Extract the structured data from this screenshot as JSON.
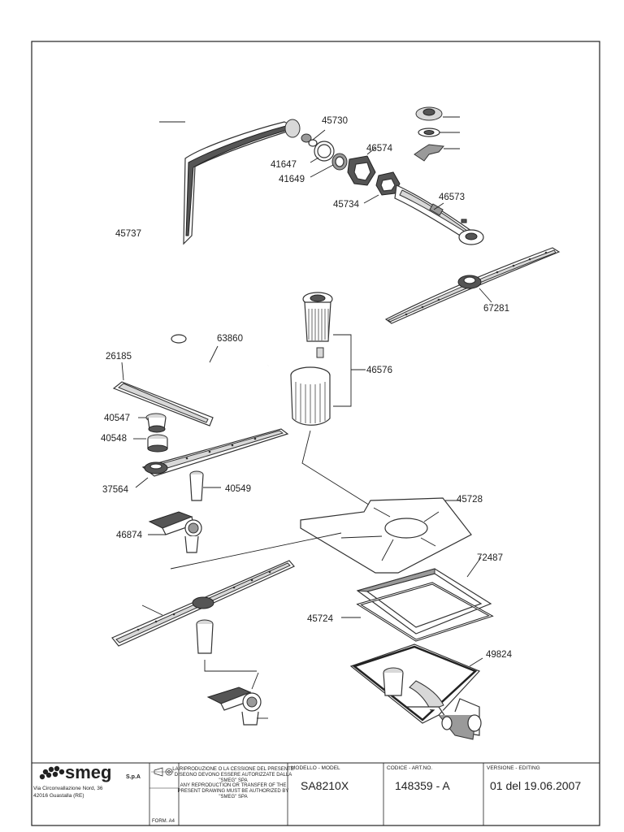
{
  "parts": {
    "p45730": "45730",
    "p41647": "41647",
    "p41649": "41649",
    "p46574": "46574",
    "p45734": "45734",
    "p46573": "46573",
    "p45737": "45737",
    "p67281": "67281",
    "p63860": "63860",
    "p26185": "26185",
    "p46576": "46576",
    "p40547": "40547",
    "p40548": "40548",
    "p37564": "37564",
    "p40549": "40549",
    "p45728": "45728",
    "p46874": "46874",
    "p72487": "72487",
    "p45724": "45724",
    "p49824": "49824"
  },
  "title_block": {
    "brand": "smeg",
    "brand_suffix": "S.p.A",
    "address_line1": "Via Circonvallazione Nord, 36",
    "address_line2": "42016  Guastalla (RE)",
    "format": "FORM. A4",
    "notice_it_1": "LA RIPRODUZIONE O LA CESSIONE DEL PRESENTE",
    "notice_it_2": "DISEGNO DEVONO ESSERE AUTORIZZATE DALLA",
    "notice_it_3": "\"SMEG\" SPA",
    "notice_en_1": "ANY REPRODUCTION OR TRANSFER OF THE",
    "notice_en_2": "PRESENT DRAWING MUST BE AUTHORIZED BY",
    "notice_en_3": "\"SMEG\" SPA",
    "model_header": "MODELLO - MODEL",
    "model_value": "SA8210X",
    "code_header": "CODICE - ART.NO.",
    "code_value": "148359 - A",
    "version_header": "VERSIONE - EDITING",
    "version_value": "01 del 19.06.2007"
  }
}
